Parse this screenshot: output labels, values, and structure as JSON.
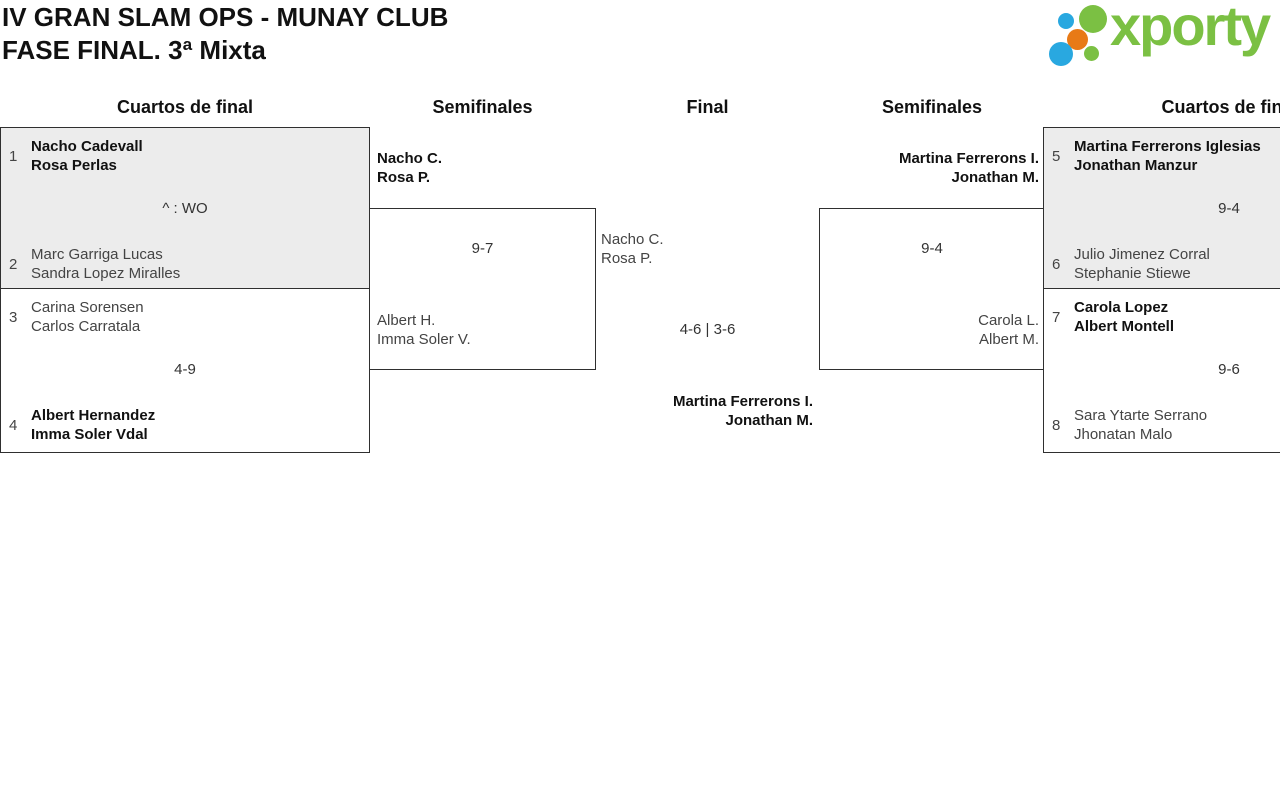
{
  "header": {
    "title_line1": "IV GRAN SLAM OPS - MUNAY CLUB",
    "title_line2": "FASE FINAL. 3ª Mixta",
    "logo_text": "xporty",
    "logo_colors": {
      "green": "#7bc043",
      "blue": "#29a8e0",
      "orange": "#e87a16"
    }
  },
  "round_headers": {
    "qf_left": "Cuartos de final",
    "sf_left": "Semifinales",
    "final": "Final",
    "sf_right": "Semifinales",
    "qf_right": "Cuartos de final"
  },
  "matches": {
    "qf_left_1": {
      "team1_seed": "1",
      "team1_name1": "Nacho Cadevall",
      "team1_name2": "Rosa Perlas",
      "score": "^ : WO",
      "team2_seed": "2",
      "team2_name1": "Marc Garriga Lucas",
      "team2_name2": "Sandra Lopez Miralles"
    },
    "qf_left_2": {
      "team1_seed": "3",
      "team1_name1": "Carina Sorensen",
      "team1_name2": "Carlos Carratala",
      "score": "4-9",
      "team2_seed": "4",
      "team2_name1": "Albert Hernandez",
      "team2_name2": "Imma Soler Vdal"
    },
    "sf_left": {
      "advancer_name1": "Nacho C.",
      "advancer_name2": "Rosa P.",
      "score": "9-7",
      "opponent_name1": "Albert H.",
      "opponent_name2": "Imma Soler V."
    },
    "final": {
      "team_top_name1": "Nacho C.",
      "team_top_name2": "Rosa P.",
      "score": "4-6 | 3-6",
      "team_bottom_name1": "Martina Ferrerons I.",
      "team_bottom_name2": "Jonathan M."
    },
    "sf_right": {
      "advancer_name1": "Martina Ferrerons I.",
      "advancer_name2": "Jonathan M.",
      "score": "9-4",
      "opponent_name1": "Carola L.",
      "opponent_name2": "Albert M."
    },
    "qf_right_1": {
      "team1_seed": "5",
      "team1_name1": "Martina Ferrerons Iglesias",
      "team1_name2": "Jonathan Manzur",
      "score": "9-4",
      "team2_seed": "6",
      "team2_name1": "Julio Jimenez Corral",
      "team2_name2": "Stephanie Stiewe"
    },
    "qf_right_2": {
      "team1_seed": "7",
      "team1_name1": "Carola Lopez",
      "team1_name2": "Albert Montell",
      "score": "9-6",
      "team2_seed": "8",
      "team2_name1": "Sara Ytarte Serrano",
      "team2_name2": "Jhonatan Malo"
    }
  }
}
